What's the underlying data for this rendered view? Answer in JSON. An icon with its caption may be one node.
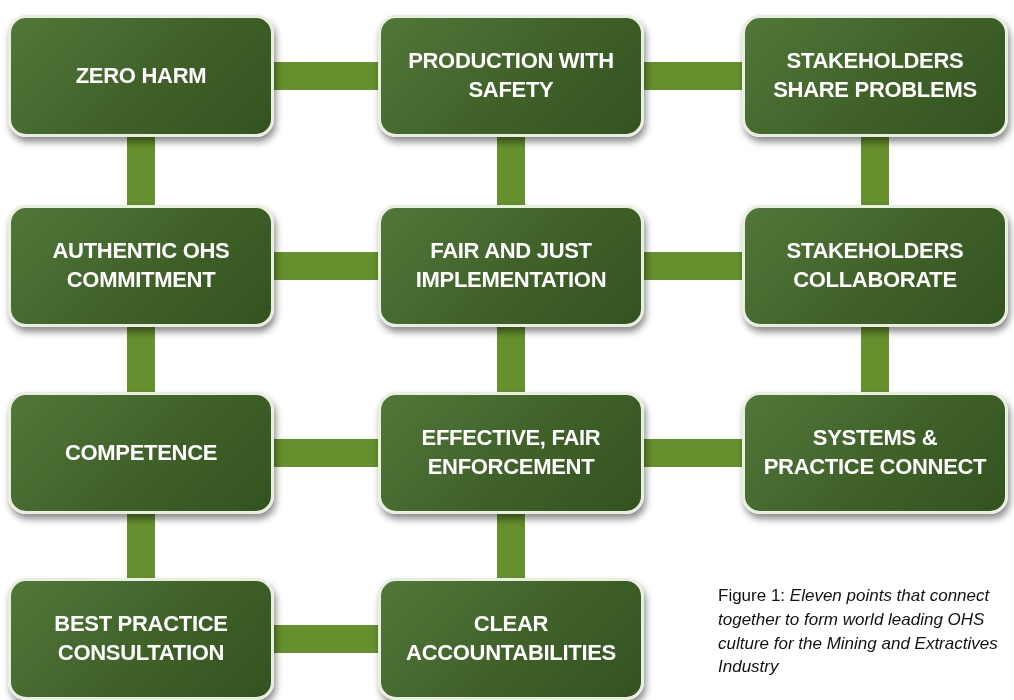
{
  "diagram": {
    "caption": "Figure 1: *Eleven points that connect together to form world leading OHS culture for the Mining and Extractives Industry*",
    "nodes": [
      {
        "text": [
          "ZERO HARM"
        ]
      },
      {
        "text": [
          "PRODUCTION WITH SAFETY"
        ]
      },
      {
        "text": [
          "STAKEHOLDERS SHARE PROBLEMS"
        ]
      },
      {
        "text": [
          "AUTHENTIC OHS COMMITMENT"
        ]
      },
      {
        "text": [
          "FAIR AND JUST IMPLEMENTATION"
        ]
      },
      {
        "text": [
          "STAKEHOLDERS COLLABORATE"
        ]
      },
      {
        "text": [
          "COMPETENCE"
        ]
      },
      {
        "text": [
          "EFFECTIVE, FAIR ENFORCEMENT"
        ]
      },
      {
        "text": [
          "SYSTEMS & PRACTICE CONNECT"
        ]
      },
      {
        "text": [
          "BEST PRACTICE CONSULTATION"
        ]
      },
      {
        "text": [
          "CLEAR ACCOUNTABILITIES"
        ]
      }
    ],
    "edges": [
      {
        "from": 0,
        "to": 1,
        "arrow": "none"
      },
      {
        "from": 1,
        "to": 2,
        "arrow": "none"
      },
      {
        "from": 0,
        "to": 3,
        "arrow": "none"
      },
      {
        "from": 1,
        "to": 4,
        "arrow": "none"
      },
      {
        "from": 2,
        "to": 5,
        "arrow": "none"
      },
      {
        "from": 3,
        "to": 4,
        "arrow": "none"
      },
      {
        "from": 4,
        "to": 5,
        "arrow": "none"
      },
      {
        "from": 3,
        "to": 6,
        "arrow": "none"
      },
      {
        "from": 4,
        "to": 7,
        "arrow": "none"
      },
      {
        "from": 5,
        "to": 8,
        "arrow": "none"
      },
      {
        "from": 6,
        "to": 7,
        "arrow": "none"
      },
      {
        "from": 7,
        "to": 8,
        "arrow": "none"
      },
      {
        "from": 6,
        "to": 9,
        "arrow": "none"
      },
      {
        "from": 7,
        "to": 10,
        "arrow": "none"
      },
      {
        "from": 9,
        "to": 10,
        "arrow": "none"
      }
    ]
  }
}
